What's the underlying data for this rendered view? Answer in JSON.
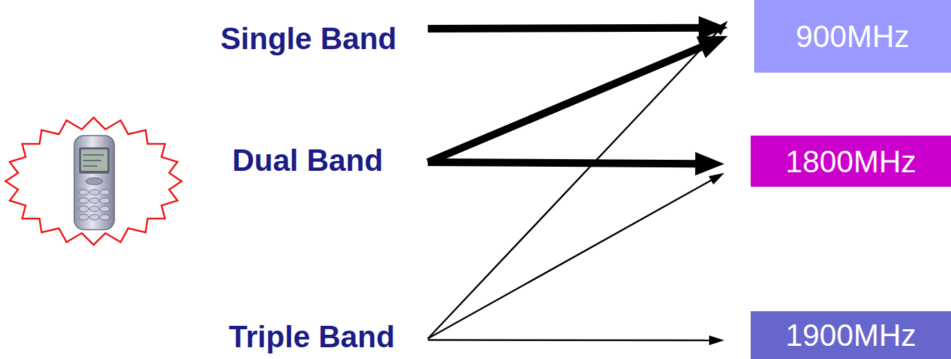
{
  "diagram": {
    "nodes": [
      {
        "text": [
          "Single Band"
        ]
      },
      {
        "text": [
          "900MHz"
        ]
      },
      {
        "text": [
          "Dual Band"
        ]
      },
      {
        "text": [
          "1800MHz"
        ]
      },
      {
        "text": [
          "Triple Band"
        ]
      },
      {
        "text": [
          "1900MHz"
        ]
      }
    ],
    "edges": [
      {
        "from": 0,
        "to": 1,
        "arrow": "to"
      },
      {
        "from": 2,
        "to": 1,
        "arrow": "to"
      },
      {
        "from": 2,
        "to": 3,
        "arrow": "to"
      },
      {
        "from": 4,
        "to": 1,
        "arrow": "to"
      },
      {
        "from": 4,
        "to": 3,
        "arrow": "to"
      },
      {
        "from": 4,
        "to": 5,
        "arrow": "to"
      }
    ]
  }
}
